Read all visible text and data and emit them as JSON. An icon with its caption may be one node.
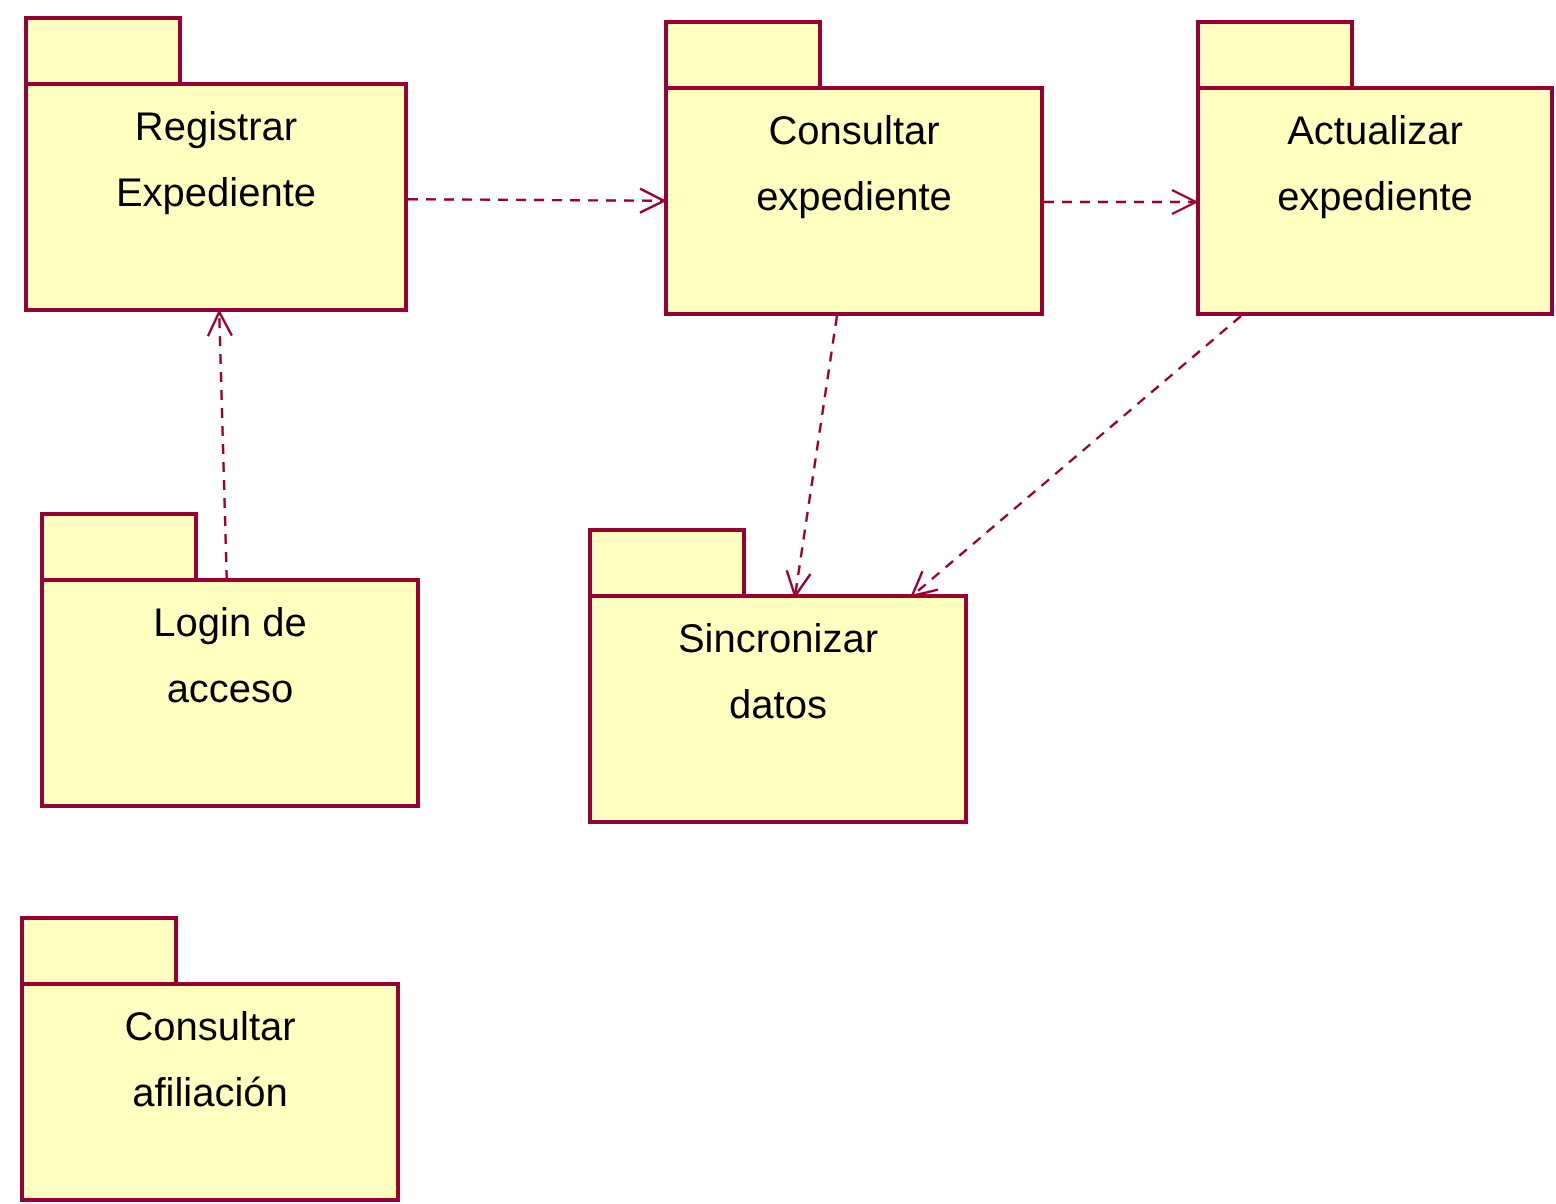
{
  "diagram": {
    "nodes": [
      {
        "text": [
          "Registrar Expediente"
        ]
      },
      {
        "text": [
          "Consultar expediente"
        ]
      },
      {
        "text": [
          "Actualizar expediente"
        ]
      },
      {
        "text": [
          "Login de acceso"
        ]
      },
      {
        "text": [
          "Sincronizar datos"
        ]
      },
      {
        "text": [
          "Consultar afiliación"
        ]
      }
    ],
    "edges": [
      {
        "from": 0,
        "to": 1,
        "arrow": "to",
        "style": "dashed"
      },
      {
        "from": 1,
        "to": 2,
        "arrow": "to",
        "style": "dashed"
      },
      {
        "from": 1,
        "to": 4,
        "arrow": "to",
        "style": "dashed"
      },
      {
        "from": 2,
        "to": 4,
        "arrow": "to",
        "style": "dashed"
      },
      {
        "from": 3,
        "to": 0,
        "arrow": "to",
        "style": "dashed"
      }
    ]
  }
}
